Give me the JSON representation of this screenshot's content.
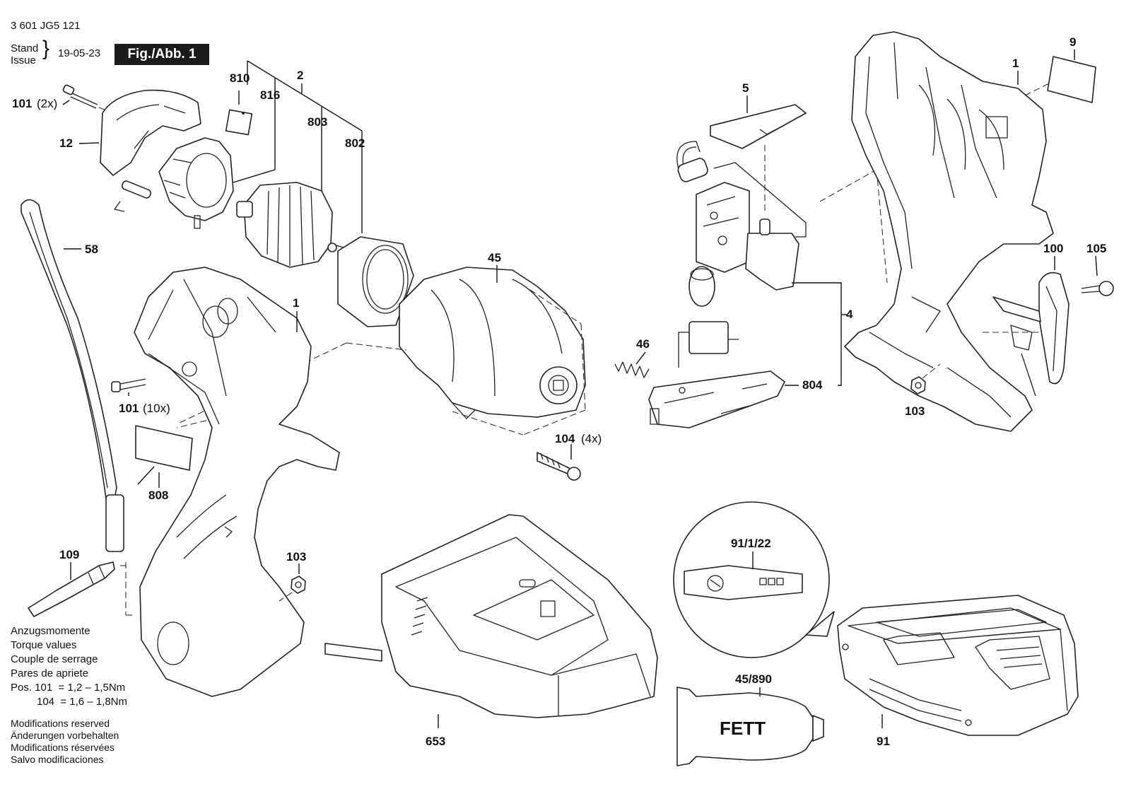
{
  "header": {
    "doc_number": "3 601 JG5 121",
    "stand_label": "Stand",
    "issue_label": "Issue",
    "date": "19-05-23",
    "figure_label": "Fig./Abb. 1"
  },
  "parts": {
    "p101a": "101",
    "p101a_qty": "(2x)",
    "p12": "12",
    "p810": "810",
    "p816": "816",
    "p2": "2",
    "p803": "803",
    "p802": "802",
    "p58": "58",
    "p1_left": "1",
    "p101b": "101",
    "p101b_qty": "(10x)",
    "p808": "808",
    "p109": "109",
    "p103_left": "103",
    "p45": "45",
    "p104": "104",
    "p104_qty": "(4x)",
    "p5": "5",
    "p4": "4",
    "p46": "46",
    "p804": "804",
    "p1_right": "1",
    "p9": "9",
    "p100": "100",
    "p105": "105",
    "p103_right": "103",
    "p653": "653",
    "p91_1_22": "91/1/22",
    "p45_890": "45/890",
    "fett": "FETT",
    "p91": "91"
  },
  "torque": {
    "lines": [
      "Anzugsmomente",
      "Torque values",
      "Couple de serrage",
      "Pares de apriete"
    ],
    "row1": "Pos. 101  = 1,2 – 1,5Nm",
    "row2": "104  = 1,6 – 1,8Nm"
  },
  "modifications": [
    "Modifications reserved",
    "Änderungen vorbehalten",
    "Modifications réservées",
    "Salvo modificaciones"
  ]
}
